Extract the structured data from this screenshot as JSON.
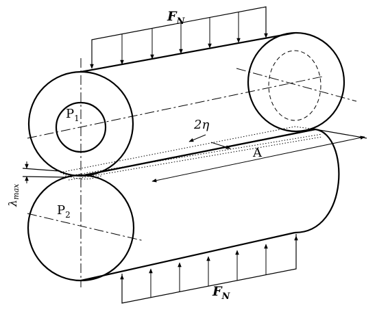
{
  "labels": {
    "force_top": "F",
    "force_top_sub": "N",
    "force_bottom": "F",
    "force_bottom_sub": "N",
    "roller1": "P",
    "roller1_sub": "1",
    "roller2": "P",
    "roller2_sub": "2",
    "width": "2η",
    "length": "A",
    "indent": "λ",
    "indent_sub": "max"
  }
}
